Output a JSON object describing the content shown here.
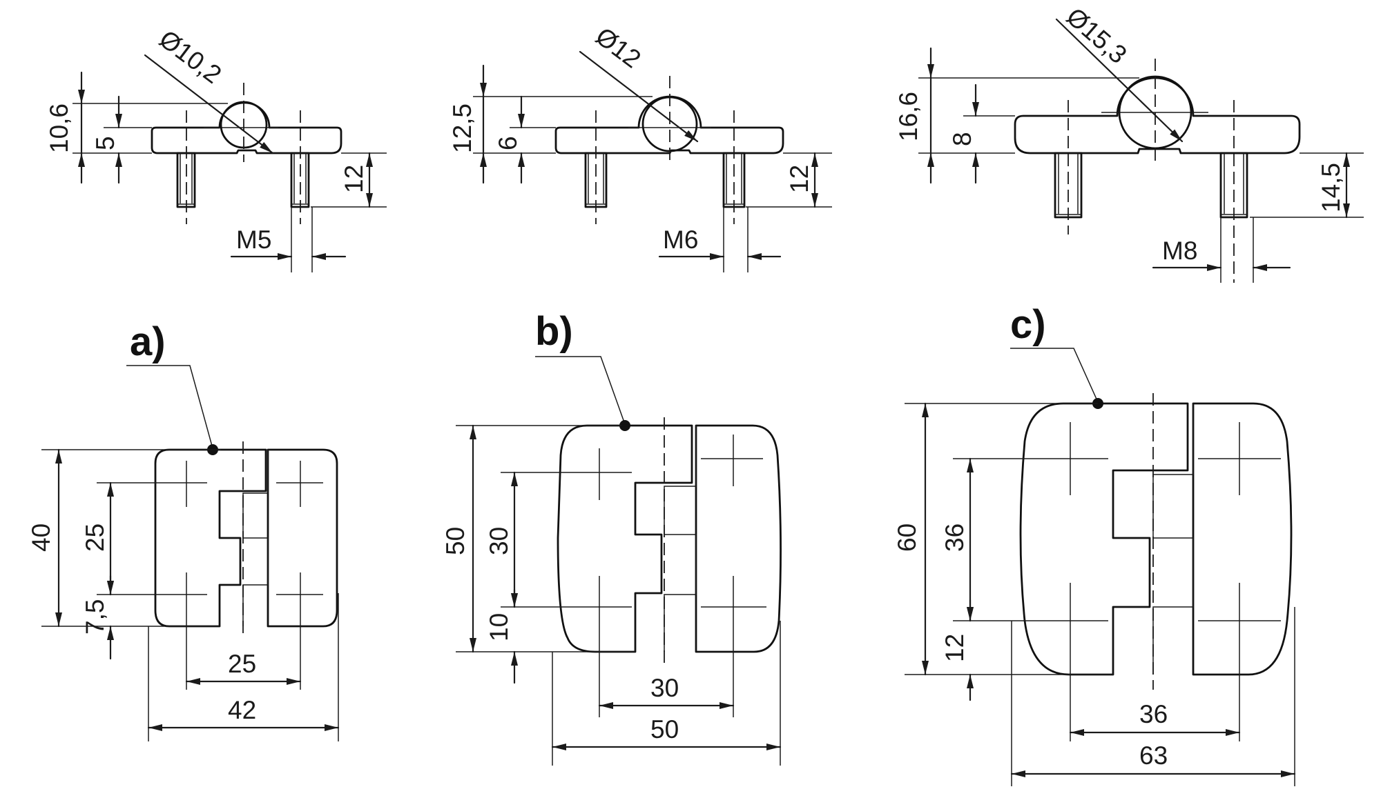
{
  "hinges": [
    {
      "id": "a",
      "label": "a)",
      "diameter": "Ø10,2",
      "height_total": "10,6",
      "height_plate": "5",
      "stud_length": "12",
      "thread": "M5",
      "width_total": "42",
      "hole_spacing_x": "25",
      "height": "40",
      "hole_spacing_y": "25",
      "hole_offset_y": "7,5"
    },
    {
      "id": "b",
      "label": "b)",
      "diameter": "Ø12",
      "height_total": "12,5",
      "height_plate": "6",
      "stud_length": "12",
      "thread": "M6",
      "width_total": "50",
      "hole_spacing_x": "30",
      "height": "50",
      "hole_spacing_y": "30",
      "hole_offset_y": "10"
    },
    {
      "id": "c",
      "label": "c)",
      "diameter": "Ø15,3",
      "height_total": "16,6",
      "height_plate": "8",
      "stud_length": "14,5",
      "thread": "M8",
      "width_total": "63",
      "hole_spacing_x": "36",
      "height": "60",
      "hole_spacing_y": "36",
      "hole_offset_y": "12"
    }
  ]
}
